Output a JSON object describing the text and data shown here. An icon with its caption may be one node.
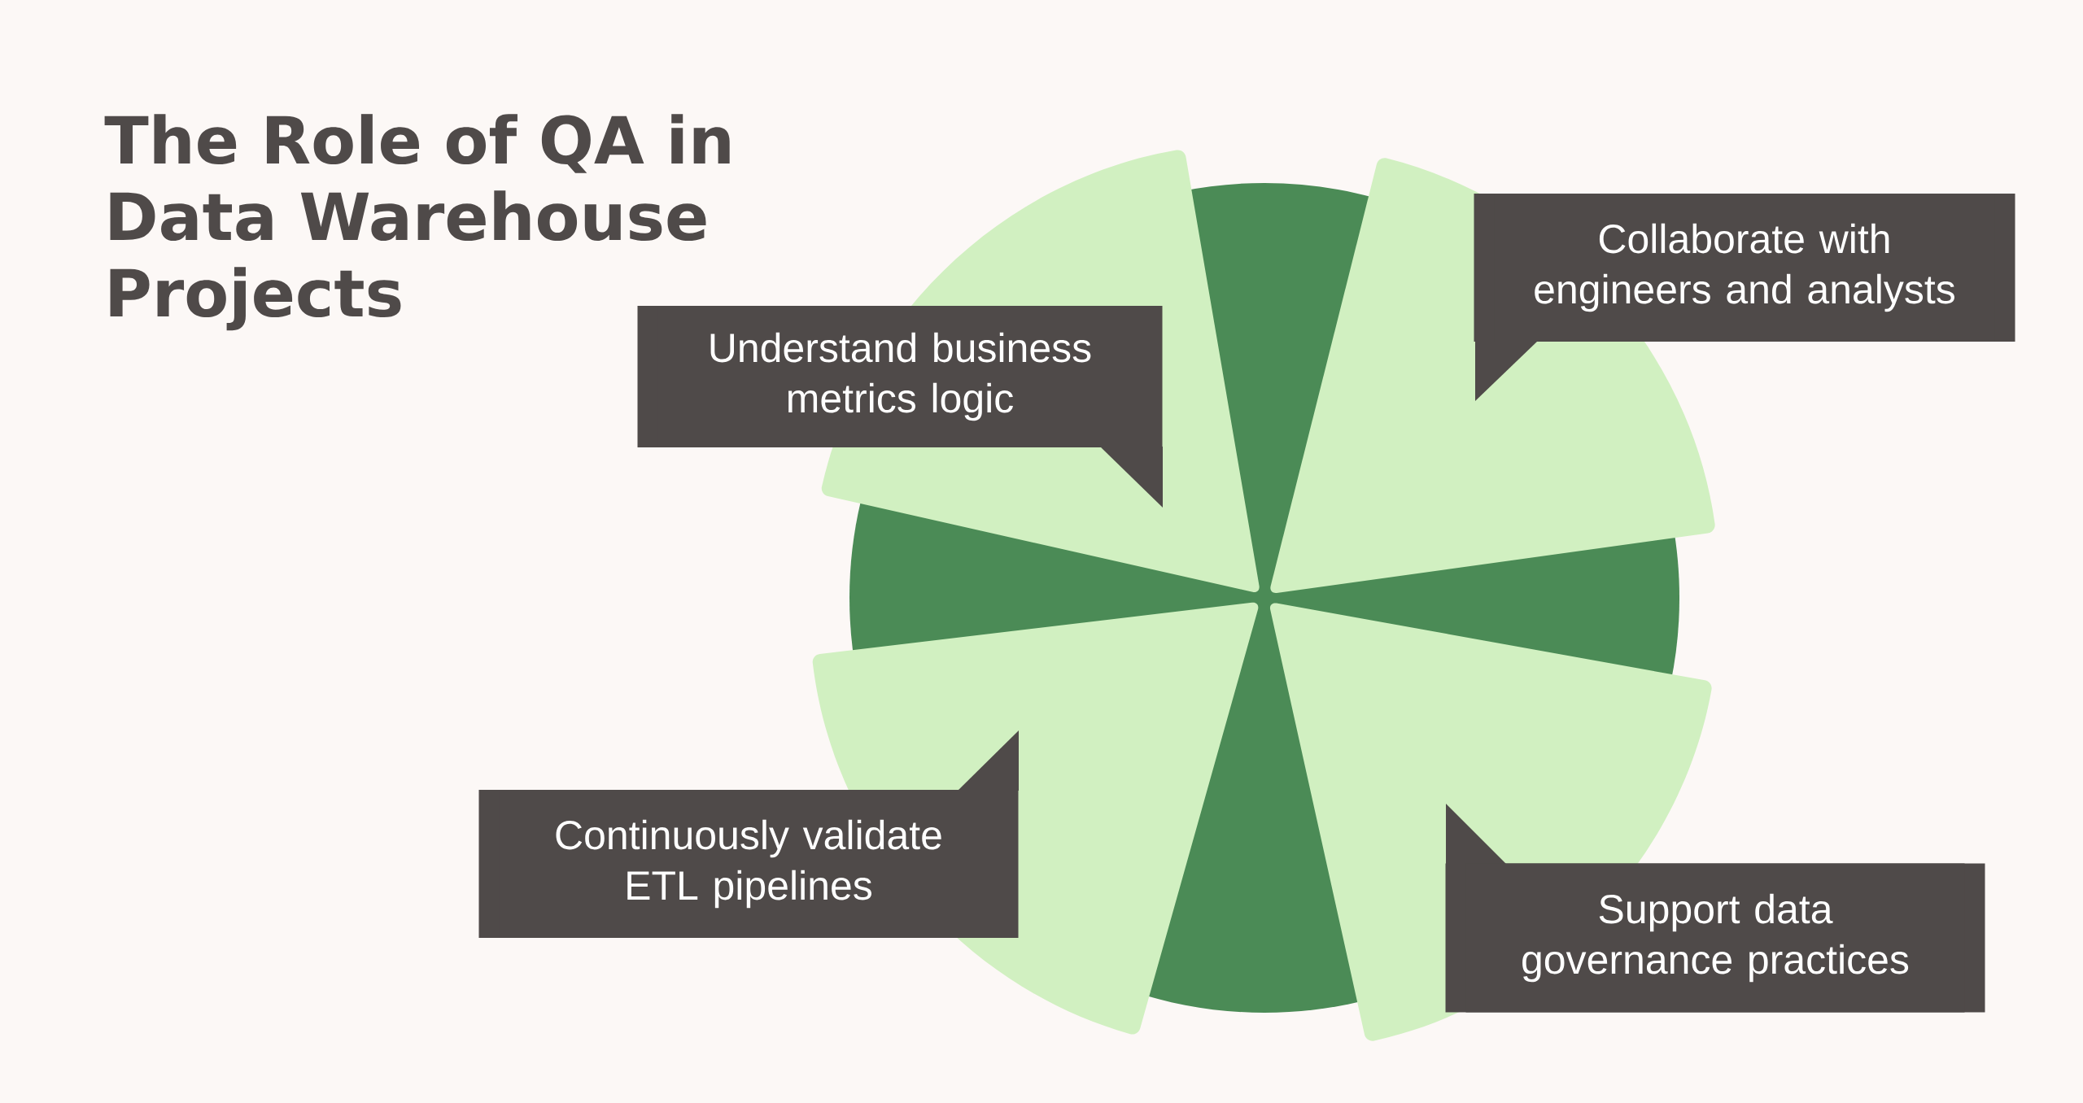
{
  "diagram": {
    "title": "The Role of QA in Data Warehouse Projects",
    "nodes": [
      {
        "text": [
          "Understand business metrics logic"
        ]
      },
      {
        "text": [
          "Collaborate with engineers and analysts"
        ]
      },
      {
        "text": [
          "Continuously validate ETL pipelines"
        ]
      },
      {
        "text": [
          "Support data governance practices"
        ]
      }
    ]
  }
}
